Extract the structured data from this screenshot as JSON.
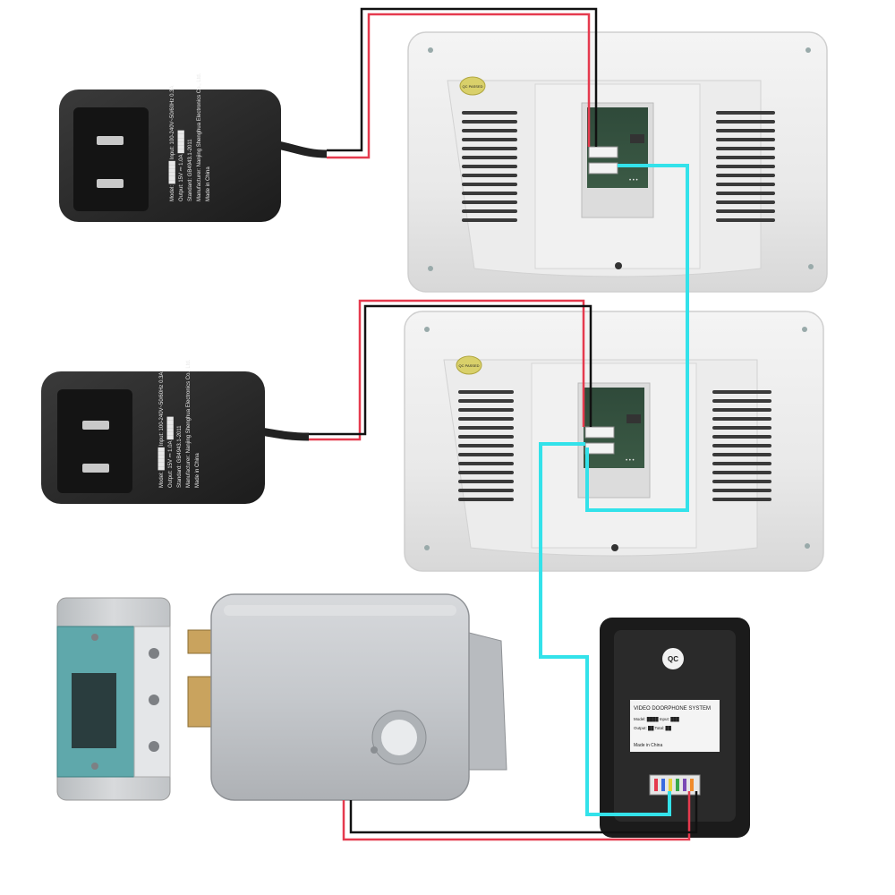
{
  "adapter_1": {
    "label_lines": [
      "Model: ██████ Input: 100-240V~50/60Hz 0.3A",
      "Output: 15V ⎓ 1.0A  ██████",
      "Standard: GB4943.1-2011",
      "Manufacturer: Nanjing Shenghua Electronics Co., Ltd.",
      "Made in China"
    ]
  },
  "adapter_2": {
    "label_lines": [
      "Model: ██████ Input: 100-240V~50/60Hz 0.3A",
      "Output: 15V ⎓ 1.0A  ██████",
      "Standard: GB4943.1-2011",
      "Manufacturer: Nanjing Shenghua Electronics Co., Ltd.",
      "Made in China"
    ]
  },
  "monitor_1": {
    "qc_sticker": "QC PASSED",
    "board_marks": "• • •"
  },
  "monitor_2": {
    "qc_sticker": "QC PASSED",
    "board_marks": "• • •"
  },
  "door_station": {
    "badge": "QC",
    "system_title": "VIDEO DOORPHONE SYSTEM",
    "spec_lines": [
      "Model: ████  Input: ███",
      "Output: ██  Total: ██",
      "Made in China"
    ]
  },
  "colors": {
    "red_wire": "#e53a4e",
    "black_wire": "#111111",
    "cyan_cable": "#33e2ea"
  },
  "components": [
    "power-adapter",
    "power-adapter",
    "indoor-monitor",
    "indoor-monitor",
    "electric-lock",
    "strike-plate",
    "outdoor-door-station"
  ]
}
